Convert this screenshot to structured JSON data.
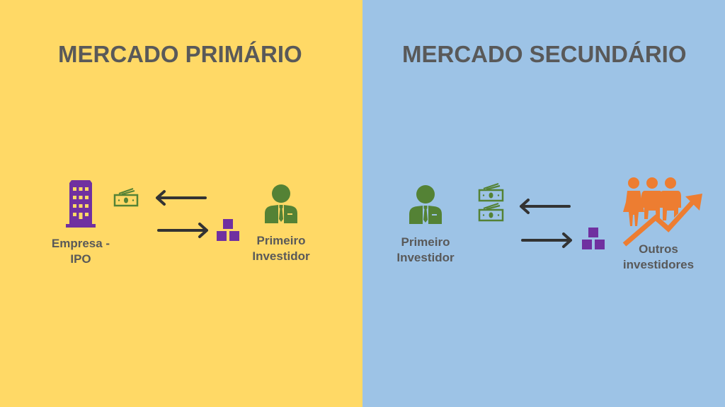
{
  "colors": {
    "primary_bg": "#FFD966",
    "secondary_bg": "#9DC3E6",
    "text": "#595959",
    "purple": "#7030A0",
    "green": "#548235",
    "orange": "#ED7D31",
    "arrow": "#333333"
  },
  "primary": {
    "title": "MERCADO PRIMÁRIO",
    "company_label_line1": "Empresa -",
    "company_label_line2": "IPO",
    "investor_label_line1": "Primeiro",
    "investor_label_line2": "Investidor",
    "icons": [
      "building-icon",
      "money-icon",
      "arrow-left-icon",
      "arrow-right-icon",
      "shares-icon",
      "investor-icon"
    ]
  },
  "secondary": {
    "title": "MERCADO SECUNDÁRIO",
    "investor_label_line1": "Primeiro",
    "investor_label_line2": "Investidor",
    "others_label_line1": "Outros",
    "others_label_line2": "investidores",
    "icons": [
      "investor-icon",
      "money-stack-icon",
      "arrow-left-icon",
      "arrow-right-icon",
      "shares-icon",
      "group-growth-icon"
    ]
  }
}
